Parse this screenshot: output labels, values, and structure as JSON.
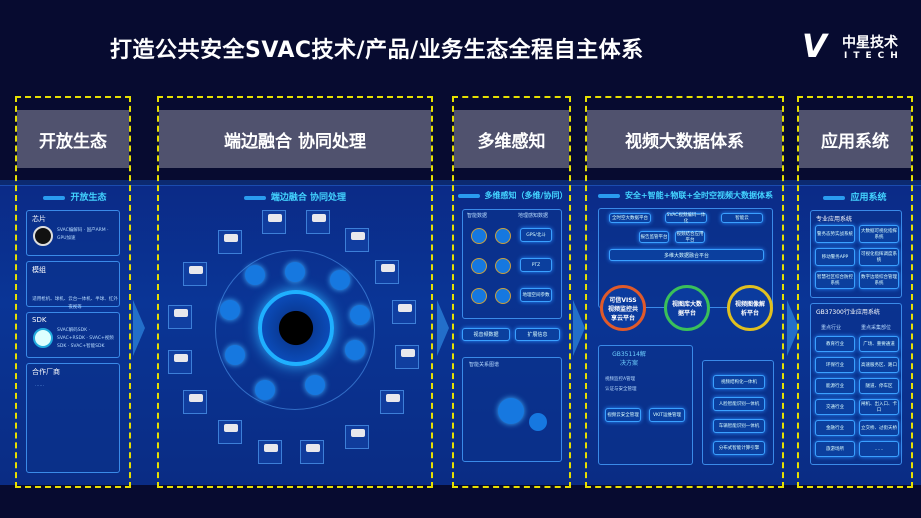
{
  "title": "打造公共安全SVAC技术/产品/业务生态全程自主体系",
  "logo": {
    "mark": "V",
    "cn": "中星技术",
    "en": "ITECH"
  },
  "columns": [
    {
      "header": "开放生态",
      "subtitle": "开放生态"
    },
    {
      "header": "端边融合 协同处理",
      "subtitle": "端边融合 协同处理"
    },
    {
      "header": "多维感知",
      "subtitle": "多维感知（多维/协同）"
    },
    {
      "header": "视频大数据体系",
      "subtitle": "安全+智能+物联+全时空视频大数据体系"
    },
    {
      "header": "应用系统",
      "subtitle": "应用系统"
    }
  ],
  "ecosystem": {
    "cards": [
      {
        "title": "芯片",
        "text": "SVAC编解码 · 国产ARM · GPU加速"
      },
      {
        "title": "模组",
        "text": "适用枪机、球机、云台一体机、半球、红外夜视等"
      },
      {
        "title": "SDK",
        "text": "SVAC解码SDK · SVAC+RSDK · SVAC+视频SDK · SVAC+智能SDK"
      },
      {
        "title": "合作厂商",
        "text": "……"
      }
    ]
  },
  "perception": {
    "smart_data": "智能数据",
    "geo_data": "地理感知数据",
    "geo_items": [
      "GPS/北斗",
      "PTZ",
      "地理空间参数"
    ],
    "audio_video": "视音频数据",
    "extension": "扩展信息",
    "graph": "智能关系图谱"
  },
  "bigdata": {
    "fusion_platform": "多维大数据融合平台",
    "top_items": [
      "全时空大数据平台",
      "SVAC视频编码一体化",
      "智能云",
      "报告监管平台",
      "视频结合应用平台"
    ],
    "circles": [
      "可信VISS视频监控共享云平台",
      "视图库大数据平台",
      "视频图像解析平台"
    ],
    "gb_title": "GB35114解决方案",
    "gb_items": [
      "视频监控A管理",
      "认证与安全管理",
      "视频云安全管理",
      "VKIT运维管理"
    ],
    "right_items": [
      "视频结构化一体机",
      "人脸智能识别一体机",
      "车辆智能识别一体机",
      "分布式智能计算引擎"
    ]
  },
  "apps": {
    "pro_title": "专业应用系统",
    "pro_items": [
      "警务态势实战系统",
      "大数据可视化指挥系统",
      "移动警务APP",
      "可视化指挥调度系统",
      "智慧社区综合防控系统",
      "数字边境综合管理系统"
    ],
    "gb_title": "GB37300行业应用系统",
    "col_a": "重点行业",
    "col_b": "重点采集部位",
    "rows": [
      [
        "教育行业",
        "广场、重要通道"
      ],
      [
        "环保行业",
        "高速服务区、路口"
      ],
      [
        "能源行业",
        "隧道、停车区"
      ],
      [
        "交通行业",
        "闸机、出入口、卡口"
      ],
      [
        "金融行业",
        "立交桥、过街天桥"
      ],
      [
        "旅游场所",
        "……"
      ]
    ]
  }
}
